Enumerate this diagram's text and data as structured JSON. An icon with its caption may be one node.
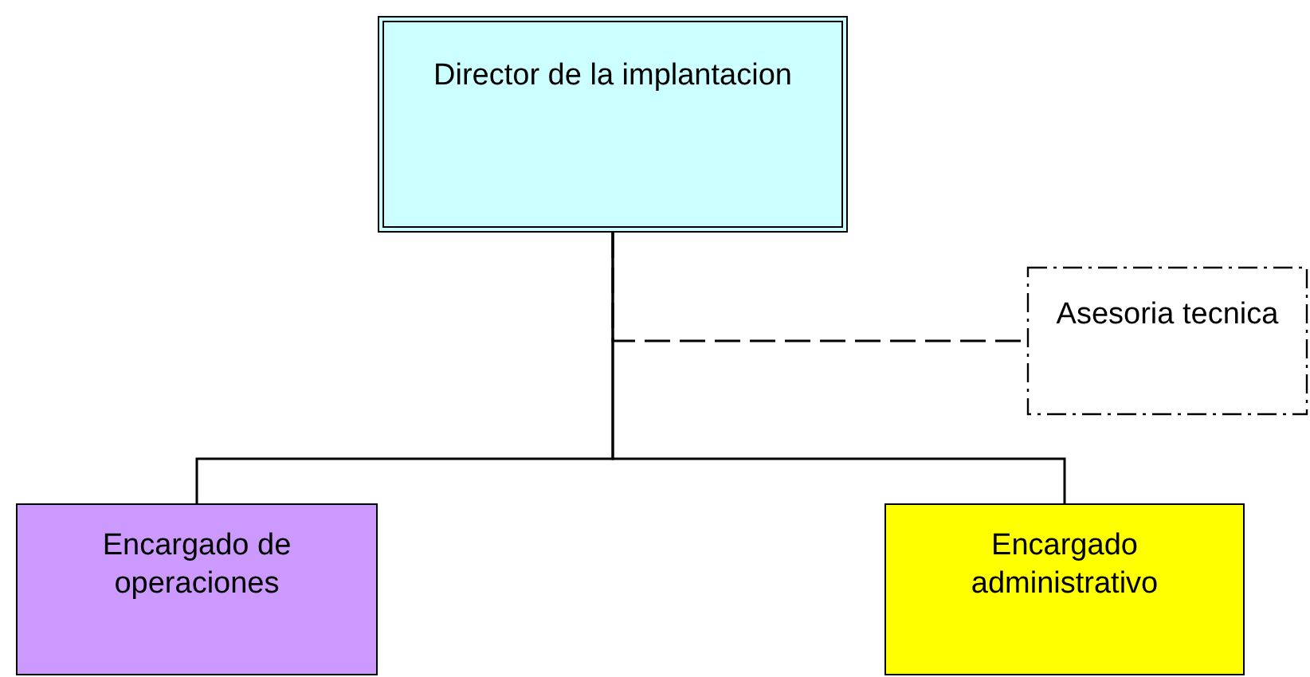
{
  "diagram": {
    "nodes": [
      {
        "text": [
          "Director de la implantacion"
        ]
      },
      {
        "text": [
          "Asesoria tecnica"
        ]
      },
      {
        "text": [
          "Encargado de operaciones"
        ]
      },
      {
        "text": [
          "Encargado administrativo"
        ]
      }
    ],
    "edges": [
      {
        "from": 0,
        "to": 1,
        "arrow": "none",
        "style": "dashed"
      },
      {
        "from": 0,
        "to": 2,
        "arrow": "none"
      },
      {
        "from": 0,
        "to": 3,
        "arrow": "none"
      }
    ]
  }
}
